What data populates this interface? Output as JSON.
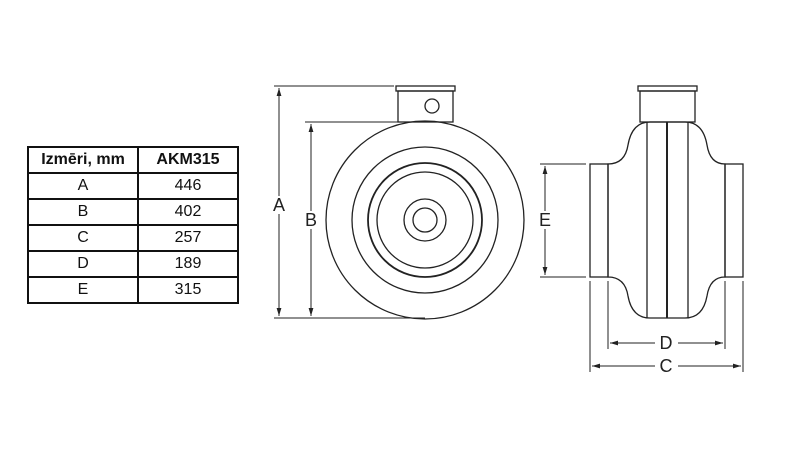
{
  "table": {
    "headers": [
      "Izmēri, mm",
      "AKM315"
    ],
    "rows": [
      {
        "dim": "A",
        "value": "446"
      },
      {
        "dim": "B",
        "value": "402"
      },
      {
        "dim": "C",
        "value": "257"
      },
      {
        "dim": "D",
        "value": "189"
      },
      {
        "dim": "E",
        "value": "315"
      }
    ]
  },
  "drawing": {
    "labels": {
      "A": "A",
      "B": "B",
      "C": "C",
      "D": "D",
      "E": "E"
    }
  }
}
